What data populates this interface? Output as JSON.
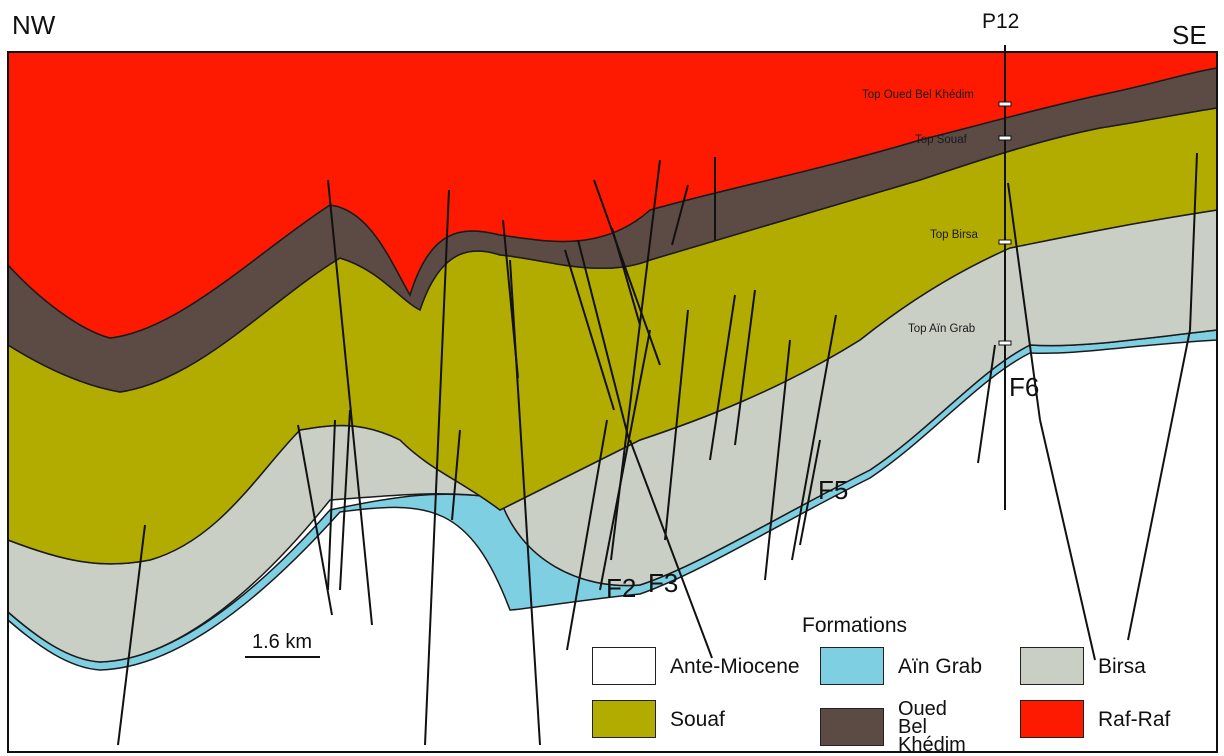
{
  "header": {
    "left_direction": "NW",
    "right_direction": "SE",
    "well_name": "P12"
  },
  "horizons": {
    "top_oued_bel_khedim": "Top Oued Bel Khédim",
    "top_souaf": "Top Souaf",
    "top_birsa": "Top Birsa",
    "top_ain_grab": "Top Aïn Grab"
  },
  "faults": {
    "f2": "F2",
    "f3": "F3",
    "f5": "F5",
    "f6": "F6"
  },
  "scale": {
    "label": "1.6 km"
  },
  "legend": {
    "title": "Formations",
    "items": [
      {
        "label": "Ante-Miocene",
        "color": "#ffffff"
      },
      {
        "label": "Aïn Grab",
        "color": "#7fcfe3"
      },
      {
        "label": "Birsa",
        "color": "#c9cfc4"
      },
      {
        "label": "Souaf",
        "color": "#b3ac00"
      },
      {
        "label": "Oued Bel Khédim",
        "color": "#5c4a45"
      },
      {
        "label": "Raf-Raf",
        "color": "#fe1a00"
      }
    ]
  }
}
